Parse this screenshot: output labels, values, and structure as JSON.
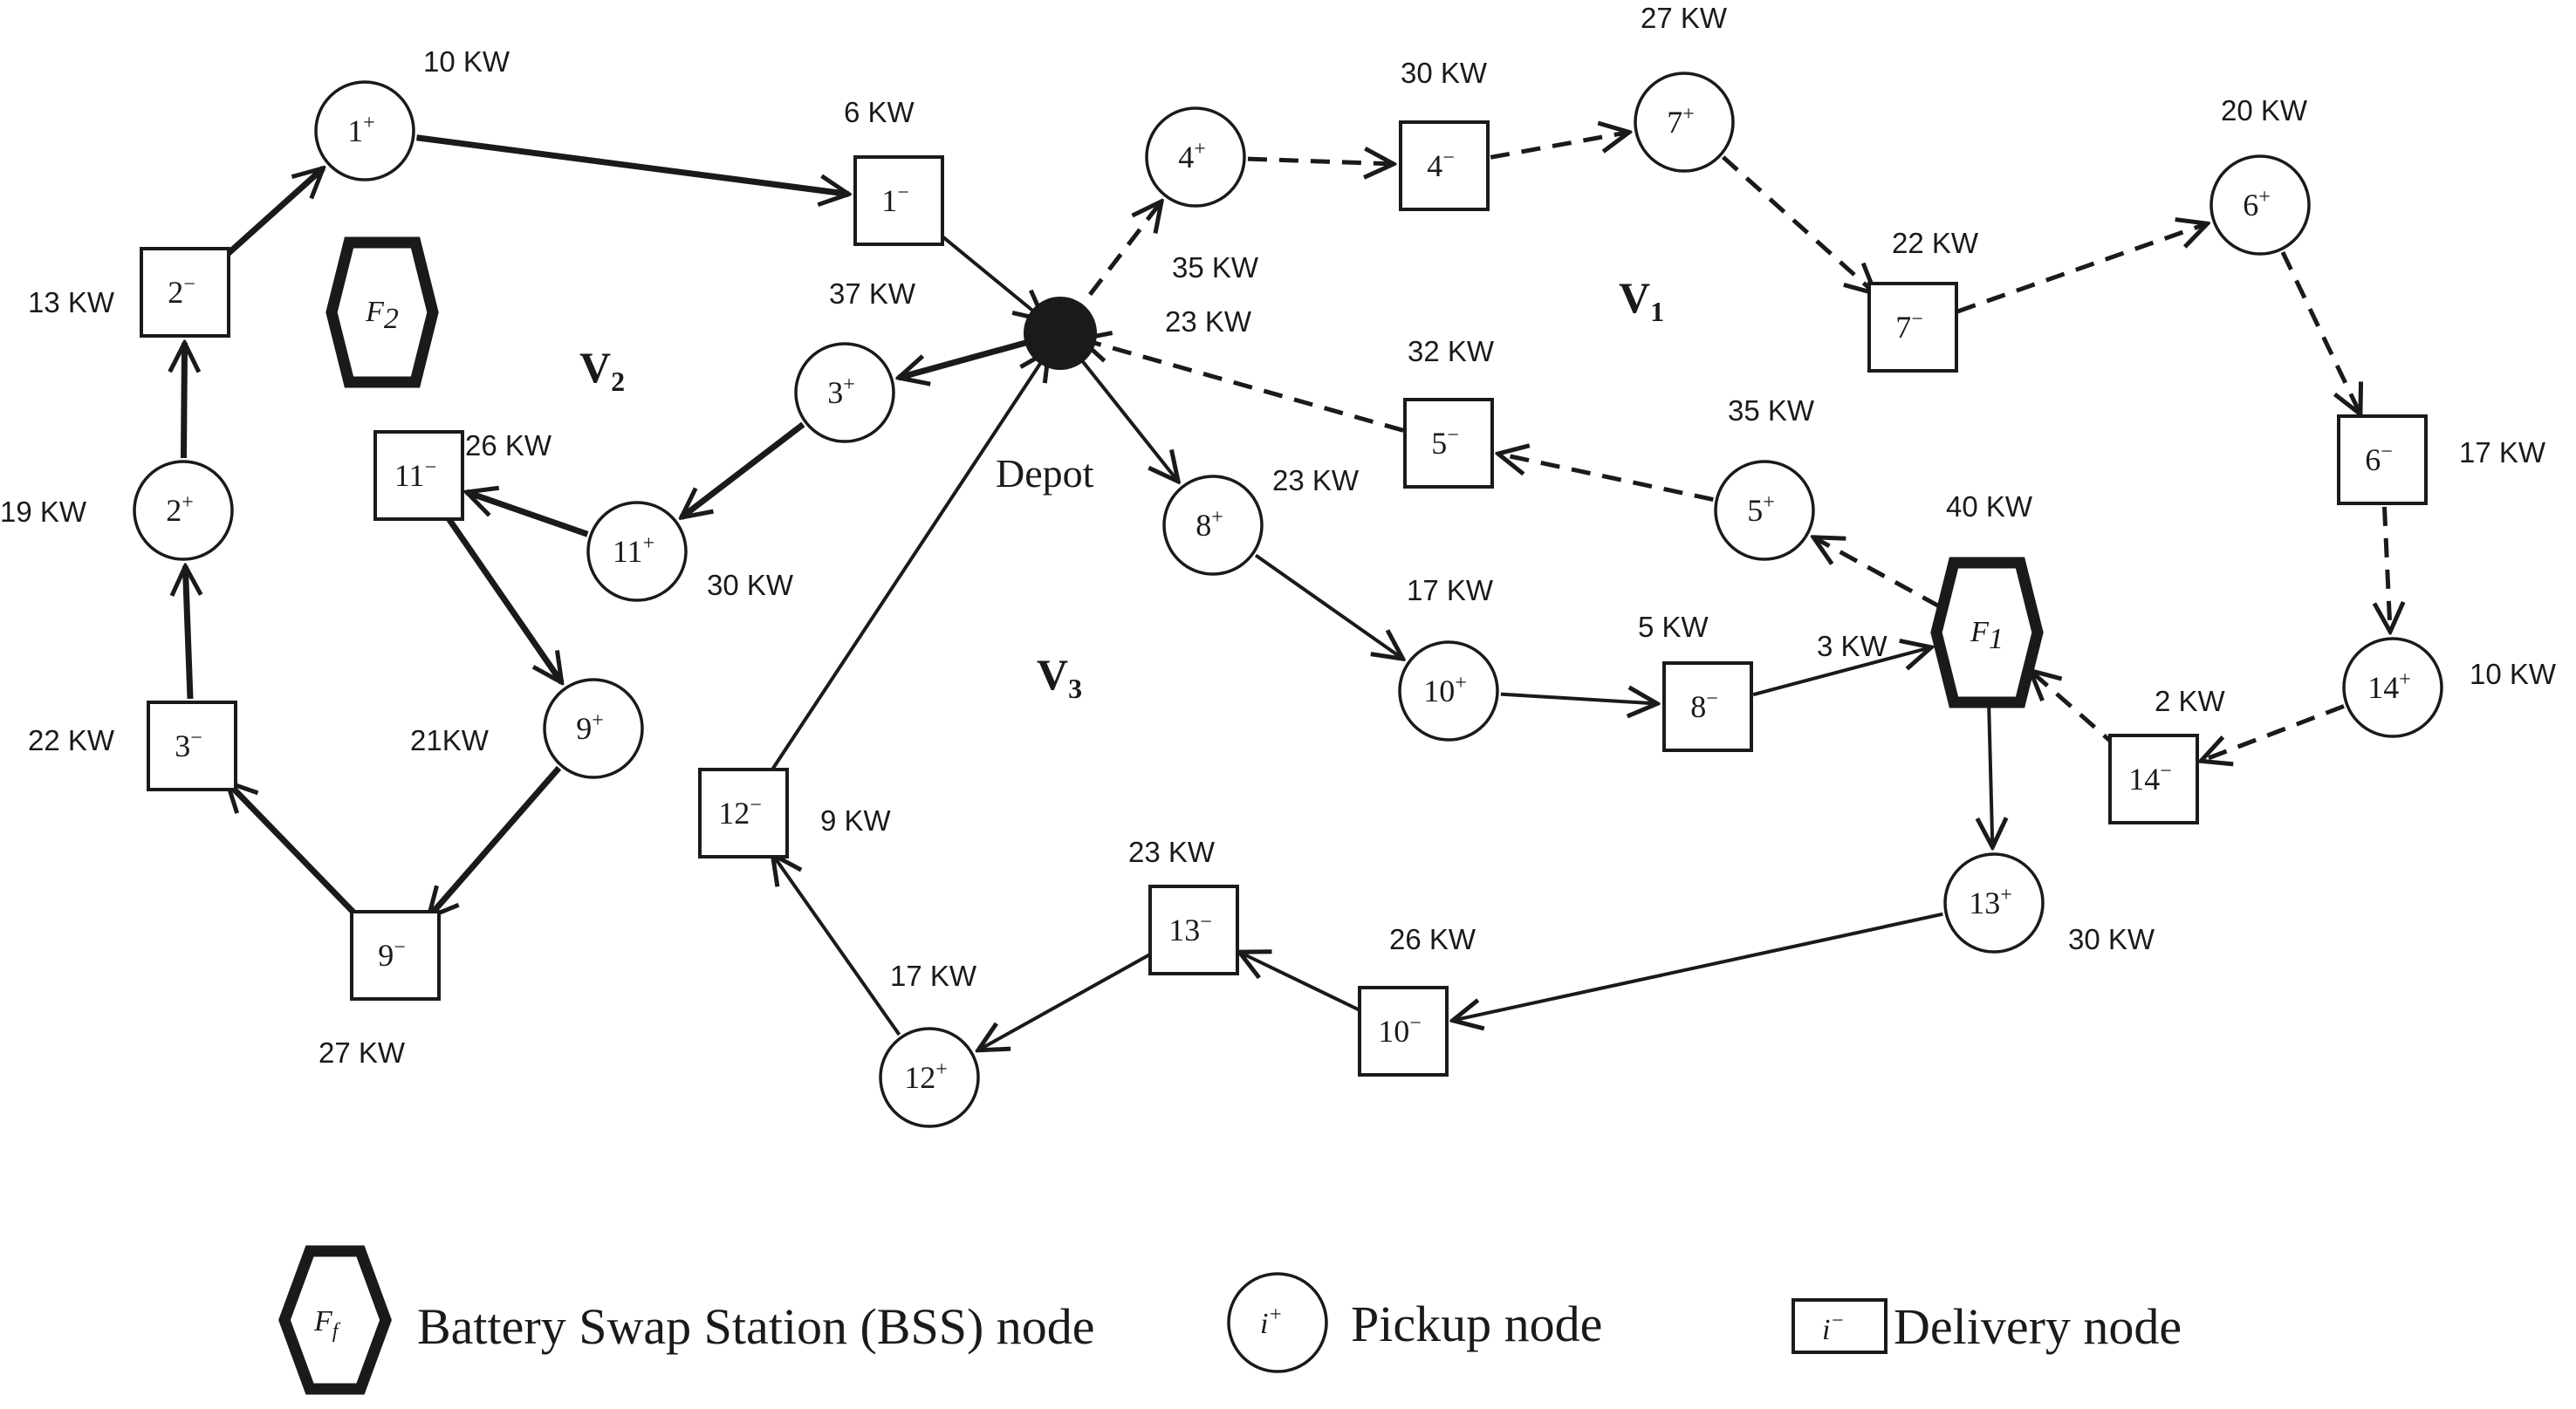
{
  "vehicles": {
    "v1": "V",
    "v1_sub": "1",
    "v2": "V",
    "v2_sub": "2",
    "v3": "V",
    "v3_sub": "3"
  },
  "depot": {
    "label": "Depot"
  },
  "nodes": [
    {
      "id": "n1p",
      "kind": "pickup",
      "num": "1",
      "sign": "+",
      "kw": "10 KW"
    },
    {
      "id": "n1m",
      "kind": "delivery",
      "num": "1",
      "sign": "−",
      "kw": "6 KW"
    },
    {
      "id": "n2m",
      "kind": "delivery",
      "num": "2",
      "sign": "−",
      "kw": "13 KW"
    },
    {
      "id": "n2p",
      "kind": "pickup",
      "num": "2",
      "sign": "+",
      "kw": "19 KW"
    },
    {
      "id": "n3m",
      "kind": "delivery",
      "num": "3",
      "sign": "−",
      "kw": "22 KW"
    },
    {
      "id": "n9m",
      "kind": "delivery",
      "num": "9",
      "sign": "−",
      "kw": "27 KW"
    },
    {
      "id": "n9p",
      "kind": "pickup",
      "num": "9",
      "sign": "+",
      "kw": "21KW"
    },
    {
      "id": "n11m",
      "kind": "delivery",
      "num": "11",
      "sign": "−",
      "kw": "26 KW"
    },
    {
      "id": "n11p",
      "kind": "pickup",
      "num": "11",
      "sign": "+",
      "kw": "30 KW"
    },
    {
      "id": "n3p",
      "kind": "pickup",
      "num": "3",
      "sign": "+",
      "kw": "37 KW"
    },
    {
      "id": "n4p",
      "kind": "pickup",
      "num": "4",
      "sign": "+",
      "kw": "35 KW"
    },
    {
      "id": "n4m",
      "kind": "delivery",
      "num": "4",
      "sign": "−",
      "kw": "30 KW"
    },
    {
      "id": "n7p",
      "kind": "pickup",
      "num": "7",
      "sign": "+",
      "kw": "27 KW"
    },
    {
      "id": "n7m",
      "kind": "delivery",
      "num": "7",
      "sign": "−",
      "kw": "22 KW"
    },
    {
      "id": "n6p",
      "kind": "pickup",
      "num": "6",
      "sign": "+",
      "kw": "20 KW"
    },
    {
      "id": "n6m",
      "kind": "delivery",
      "num": "6",
      "sign": "−",
      "kw": "17 KW"
    },
    {
      "id": "n14p",
      "kind": "pickup",
      "num": "14",
      "sign": "+",
      "kw": "10 KW"
    },
    {
      "id": "n14m",
      "kind": "delivery",
      "num": "14",
      "sign": "−",
      "kw": "2 KW"
    },
    {
      "id": "n5p",
      "kind": "pickup",
      "num": "5",
      "sign": "+",
      "kw": "35 KW"
    },
    {
      "id": "n5m",
      "kind": "delivery",
      "num": "5",
      "sign": "−",
      "kw": "32 KW"
    },
    {
      "id": "n8p",
      "kind": "pickup",
      "num": "8",
      "sign": "+",
      "kw": "23 KW"
    },
    {
      "id": "n10p",
      "kind": "pickup",
      "num": "10",
      "sign": "+",
      "kw": "17 KW"
    },
    {
      "id": "n8m",
      "kind": "delivery",
      "num": "8",
      "sign": "−",
      "kw": "5 KW"
    },
    {
      "id": "n13p",
      "kind": "pickup",
      "num": "13",
      "sign": "+",
      "kw": "30 KW"
    },
    {
      "id": "n10m",
      "kind": "delivery",
      "num": "10",
      "sign": "−",
      "kw": "26 KW"
    },
    {
      "id": "n13m",
      "kind": "delivery",
      "num": "13",
      "sign": "−",
      "kw": "23 KW"
    },
    {
      "id": "n12p",
      "kind": "pickup",
      "num": "12",
      "sign": "+",
      "kw": "17 KW"
    },
    {
      "id": "n12m",
      "kind": "delivery",
      "num": "12",
      "sign": "−",
      "kw": "9 KW"
    }
  ],
  "stations": [
    {
      "id": "f1",
      "sym": "F",
      "sub": "1",
      "kw": "40 KW"
    },
    {
      "id": "f2",
      "sym": "F",
      "sub": "2",
      "kw": ""
    }
  ],
  "edge_labels": {
    "depot_f1_3kw": "3 KW",
    "depot_23kw": "23 KW"
  },
  "edges": [
    {
      "from": "n1p",
      "to": "n1m",
      "style": "bold"
    },
    {
      "from": "n1m",
      "to": "depot",
      "style": "solid"
    },
    {
      "from": "n2m",
      "to": "n1p",
      "style": "bold"
    },
    {
      "from": "n2p",
      "to": "n2m",
      "style": "bold"
    },
    {
      "from": "n3m",
      "to": "n2p",
      "style": "bold"
    },
    {
      "from": "n9m",
      "to": "n3m",
      "style": "bold"
    },
    {
      "from": "n9p",
      "to": "n9m",
      "style": "bold"
    },
    {
      "from": "n11m",
      "to": "n9p",
      "style": "bold"
    },
    {
      "from": "n11p",
      "to": "n11m",
      "style": "bold"
    },
    {
      "from": "n3p",
      "to": "n11p",
      "style": "bold"
    },
    {
      "from": "depot",
      "to": "n3p",
      "style": "bold"
    },
    {
      "from": "depot",
      "to": "n4p",
      "style": "dashed"
    },
    {
      "from": "n4p",
      "to": "n4m",
      "style": "dashed"
    },
    {
      "from": "n4m",
      "to": "n7p",
      "style": "dashed"
    },
    {
      "from": "n7p",
      "to": "n7m",
      "style": "dashed"
    },
    {
      "from": "n7m",
      "to": "n6p",
      "style": "dashed"
    },
    {
      "from": "n6p",
      "to": "n6m",
      "style": "dashed"
    },
    {
      "from": "n6m",
      "to": "n14p",
      "style": "dashed"
    },
    {
      "from": "n14p",
      "to": "n14m",
      "style": "dashed"
    },
    {
      "from": "n14m",
      "to": "f1",
      "style": "dashed"
    },
    {
      "from": "f1",
      "to": "n5p",
      "style": "dashed"
    },
    {
      "from": "n5p",
      "to": "n5m",
      "style": "dashed"
    },
    {
      "from": "n5m",
      "to": "depot",
      "style": "dashed"
    },
    {
      "from": "depot",
      "to": "n8p",
      "style": "solid"
    },
    {
      "from": "n8p",
      "to": "n10p",
      "style": "solid"
    },
    {
      "from": "n10p",
      "to": "n8m",
      "style": "solid"
    },
    {
      "from": "n8m",
      "to": "f1",
      "style": "solid"
    },
    {
      "from": "f1",
      "to": "n13p",
      "style": "solid"
    },
    {
      "from": "n13p",
      "to": "n10m",
      "style": "solid"
    },
    {
      "from": "n10m",
      "to": "n13m",
      "style": "solid"
    },
    {
      "from": "n13m",
      "to": "n12p",
      "style": "solid"
    },
    {
      "from": "n12p",
      "to": "n12m",
      "style": "solid"
    },
    {
      "from": "n12m",
      "to": "depot",
      "style": "solid"
    }
  ],
  "legend": {
    "bss_symbol": "F",
    "bss_sub": "f",
    "bss_label": "Battery Swap Station (BSS) node",
    "pickup_symbol": "i",
    "pickup_sup": "+",
    "pickup_label": "Pickup node",
    "delivery_symbol": "i",
    "delivery_sup": "−",
    "delivery_label": "Delivery node"
  },
  "colors": {
    "ink": "#1a1a1a",
    "background": "#ffffff"
  }
}
